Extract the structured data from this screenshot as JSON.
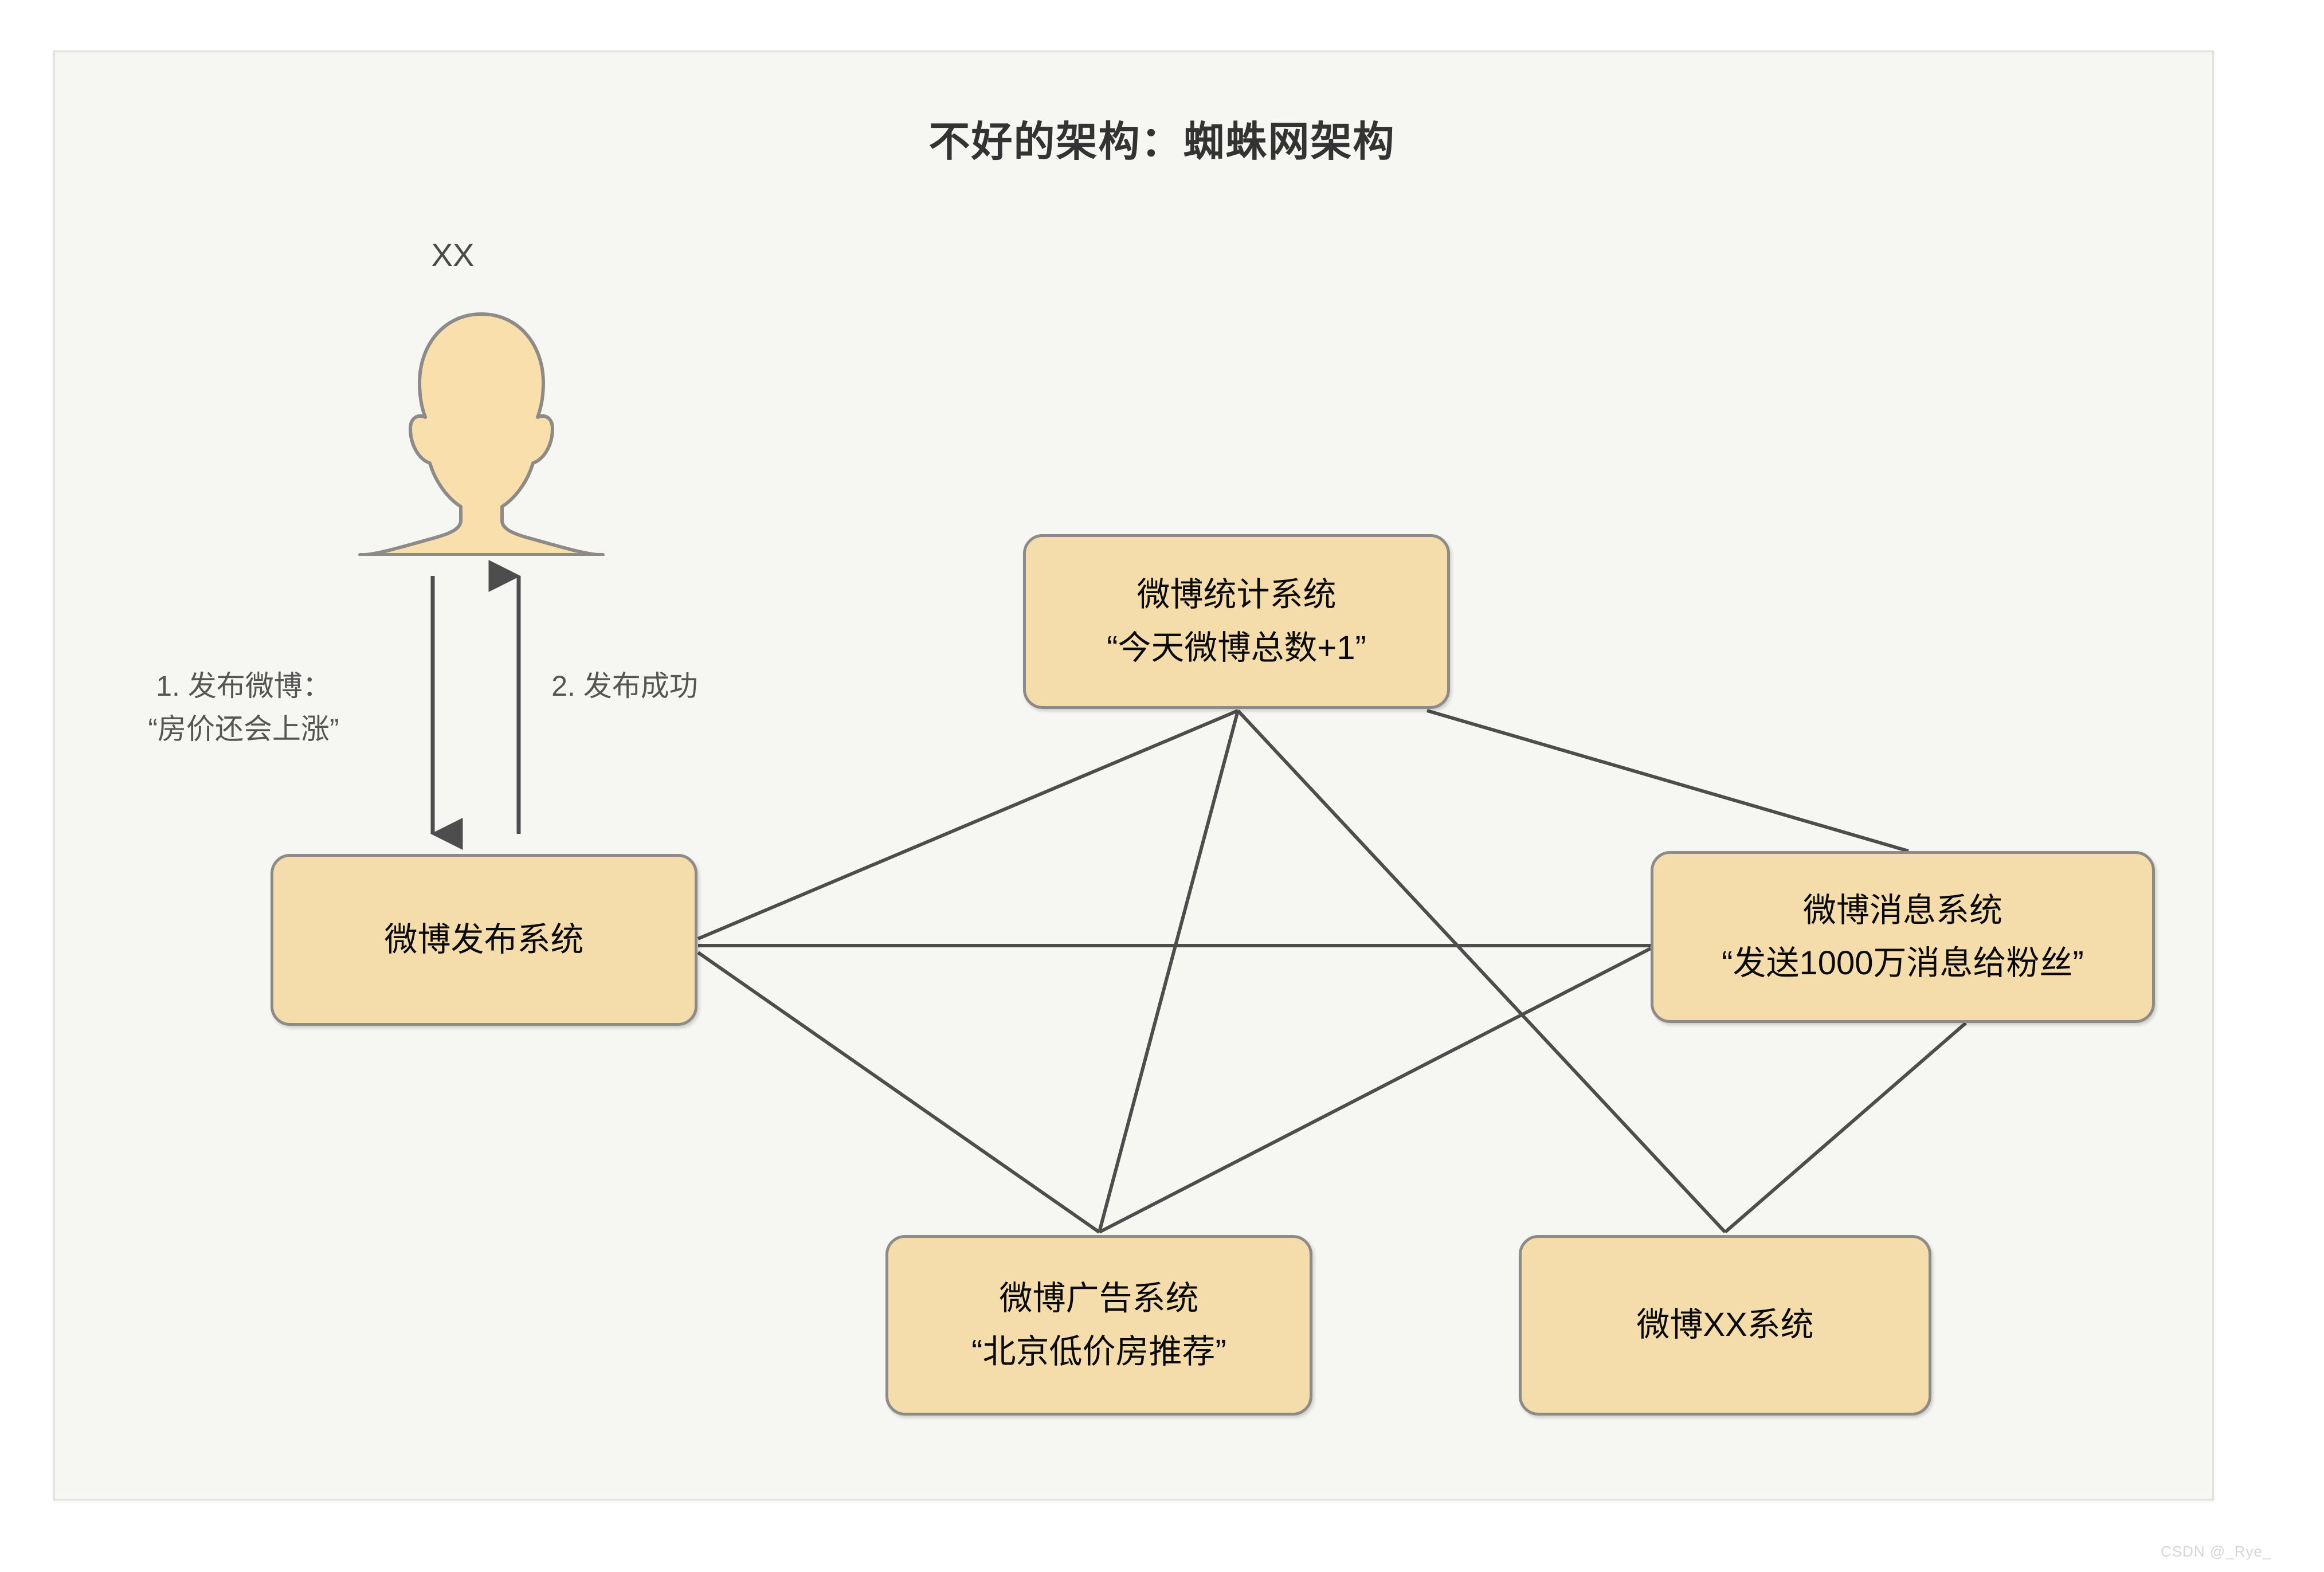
{
  "title": "不好的架构：蜘蛛网架构",
  "watermark": "CSDN @_Rye_",
  "actor": {
    "label": "XX",
    "icon": "person-silhouette-icon"
  },
  "edge_labels": {
    "publish_request_line1": "1. 发布微博：",
    "publish_request_line2": "“房价还会上涨”",
    "publish_response": "2. 发布成功"
  },
  "boxes": {
    "publish": {
      "line1": "微博发布系统",
      "line2": ""
    },
    "stats": {
      "line1": "微博统计系统",
      "line2": "“今天微博总数+1”"
    },
    "message": {
      "line1": "微博消息系统",
      "line2": "“发送1000万消息给粉丝”"
    },
    "ad": {
      "line1": "微博广告系统",
      "line2": "“北京低价房推荐”"
    },
    "xx": {
      "line1": "微博XX系统",
      "line2": ""
    }
  },
  "colors": {
    "canvas_background": "#f6f7f2",
    "box_fill": "#f5dcab",
    "box_border": "#8d8a87",
    "connector": "#4d4d4d",
    "title_text": "#333333",
    "label_text": "#555555",
    "person_fill": "#f9dfab"
  },
  "connections": [
    {
      "from": "actor",
      "to": "publish",
      "label": "1. 发布微博：“房价还会上涨”",
      "direction": "down"
    },
    {
      "from": "publish",
      "to": "actor",
      "label": "2. 发布成功",
      "direction": "up"
    },
    {
      "from": "publish",
      "to": "stats",
      "direction": "none"
    },
    {
      "from": "publish",
      "to": "message",
      "direction": "none"
    },
    {
      "from": "publish",
      "to": "ad",
      "direction": "none"
    },
    {
      "from": "stats",
      "to": "ad",
      "direction": "none"
    },
    {
      "from": "stats",
      "to": "message",
      "direction": "none"
    },
    {
      "from": "message",
      "to": "ad",
      "direction": "none"
    },
    {
      "from": "message",
      "to": "xx",
      "direction": "none"
    }
  ]
}
